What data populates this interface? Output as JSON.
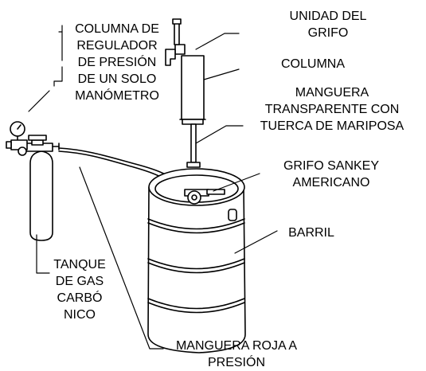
{
  "labels": {
    "regulator": [
      "COLUMNA DE",
      "REGULADOR",
      "DE PRESIÓN",
      "DE UN SOLO",
      "MANÓMETRO"
    ],
    "faucet": [
      "UNIDAD DEL",
      "GRIFO"
    ],
    "tower": [
      "COLUMNA"
    ],
    "hose": [
      "MANGUERA",
      "TRANSPARENTE CON",
      "TUERCA DE MARIPOSA"
    ],
    "coupler": [
      "GRIFO SANKEY",
      "AMERICANO"
    ],
    "keg": [
      "BARRIL"
    ],
    "tank": [
      "TANQUE",
      "DE GAS",
      "CARBÓ",
      "NICO"
    ],
    "gas_line": [
      "MANGUERA ROJA A",
      "PRESIÓN"
    ]
  }
}
